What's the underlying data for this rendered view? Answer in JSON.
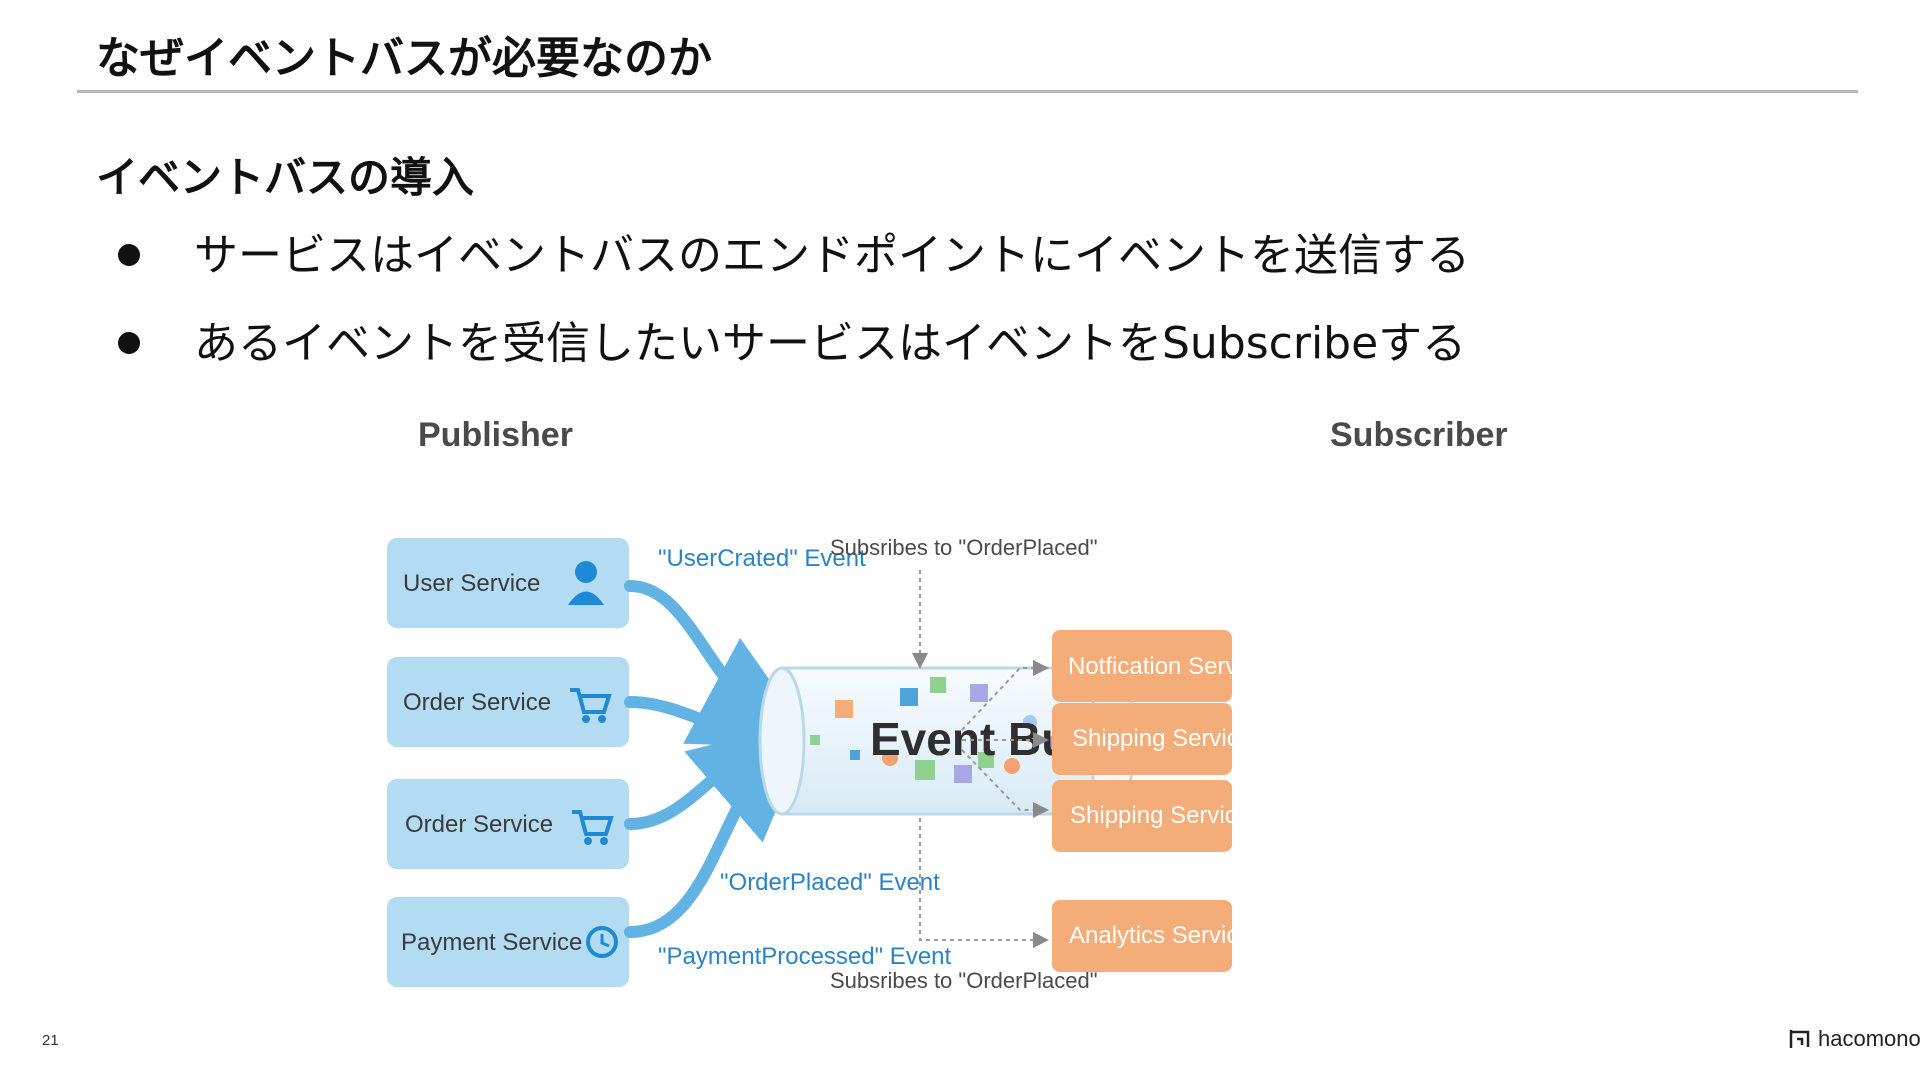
{
  "slide": {
    "title": "なぜイベントバスが必要なのか",
    "section_heading": "イベントバスの導入",
    "bullets": [
      "サービスはイベントバスのエンドポイントにイベントを送信する",
      "あるイベントを受信したいサービスはイベントをSubscribeする"
    ],
    "page_number": "21",
    "brand": "hacomono"
  },
  "diagram": {
    "publisher_title": "Publisher",
    "subscriber_title": "Subscriber",
    "bus_label": "Event Bus",
    "publishers": [
      {
        "label": "User Service",
        "icon": "user-icon"
      },
      {
        "label": "Order Service",
        "icon": "cart-icon"
      },
      {
        "label": "Order Service",
        "icon": "cart-icon"
      },
      {
        "label": "Payment Service",
        "icon": "clock-icon"
      }
    ],
    "subscribers": [
      {
        "label": "Notfication Service"
      },
      {
        "label": "Shipping Service"
      },
      {
        "label": "Shipping Service"
      },
      {
        "label": "Analytics Service"
      }
    ],
    "event_labels": {
      "user_crated": "\"UserCrated\" Event",
      "order_placed": "\"OrderPlaced\" Event",
      "payment_processed": "\"PaymentProcessed\" Event"
    },
    "subscribes_top": "Subsribes to \"OrderPlaced\"",
    "subscribes_bottom": "Subsribes to \"OrderPlaced\"",
    "colors": {
      "publisher_box": "#b3dcf2",
      "publisher_icon": "#1e8ad6",
      "arrow": "#62b3e4",
      "subscriber_box": "#f4ad78",
      "event_text": "#2a83c4",
      "bus_fill": "#eef6fb"
    }
  }
}
